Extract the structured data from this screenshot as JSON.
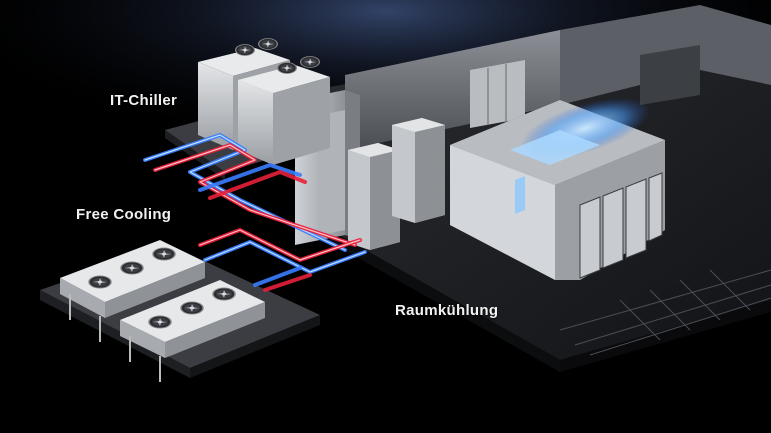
{
  "labels": {
    "it_chiller": "IT-Chiller",
    "free_cooling": "Free Cooling",
    "room_cooling": "Raumkühlung"
  },
  "colors": {
    "background": "#000000",
    "label_text": "#f2f2f2",
    "pipe_warm": "#e8203a",
    "pipe_cold": "#3a7cff",
    "cold_aisle_glow": "#9fd4ff"
  },
  "icons": {
    "fan": "fan-icon"
  }
}
